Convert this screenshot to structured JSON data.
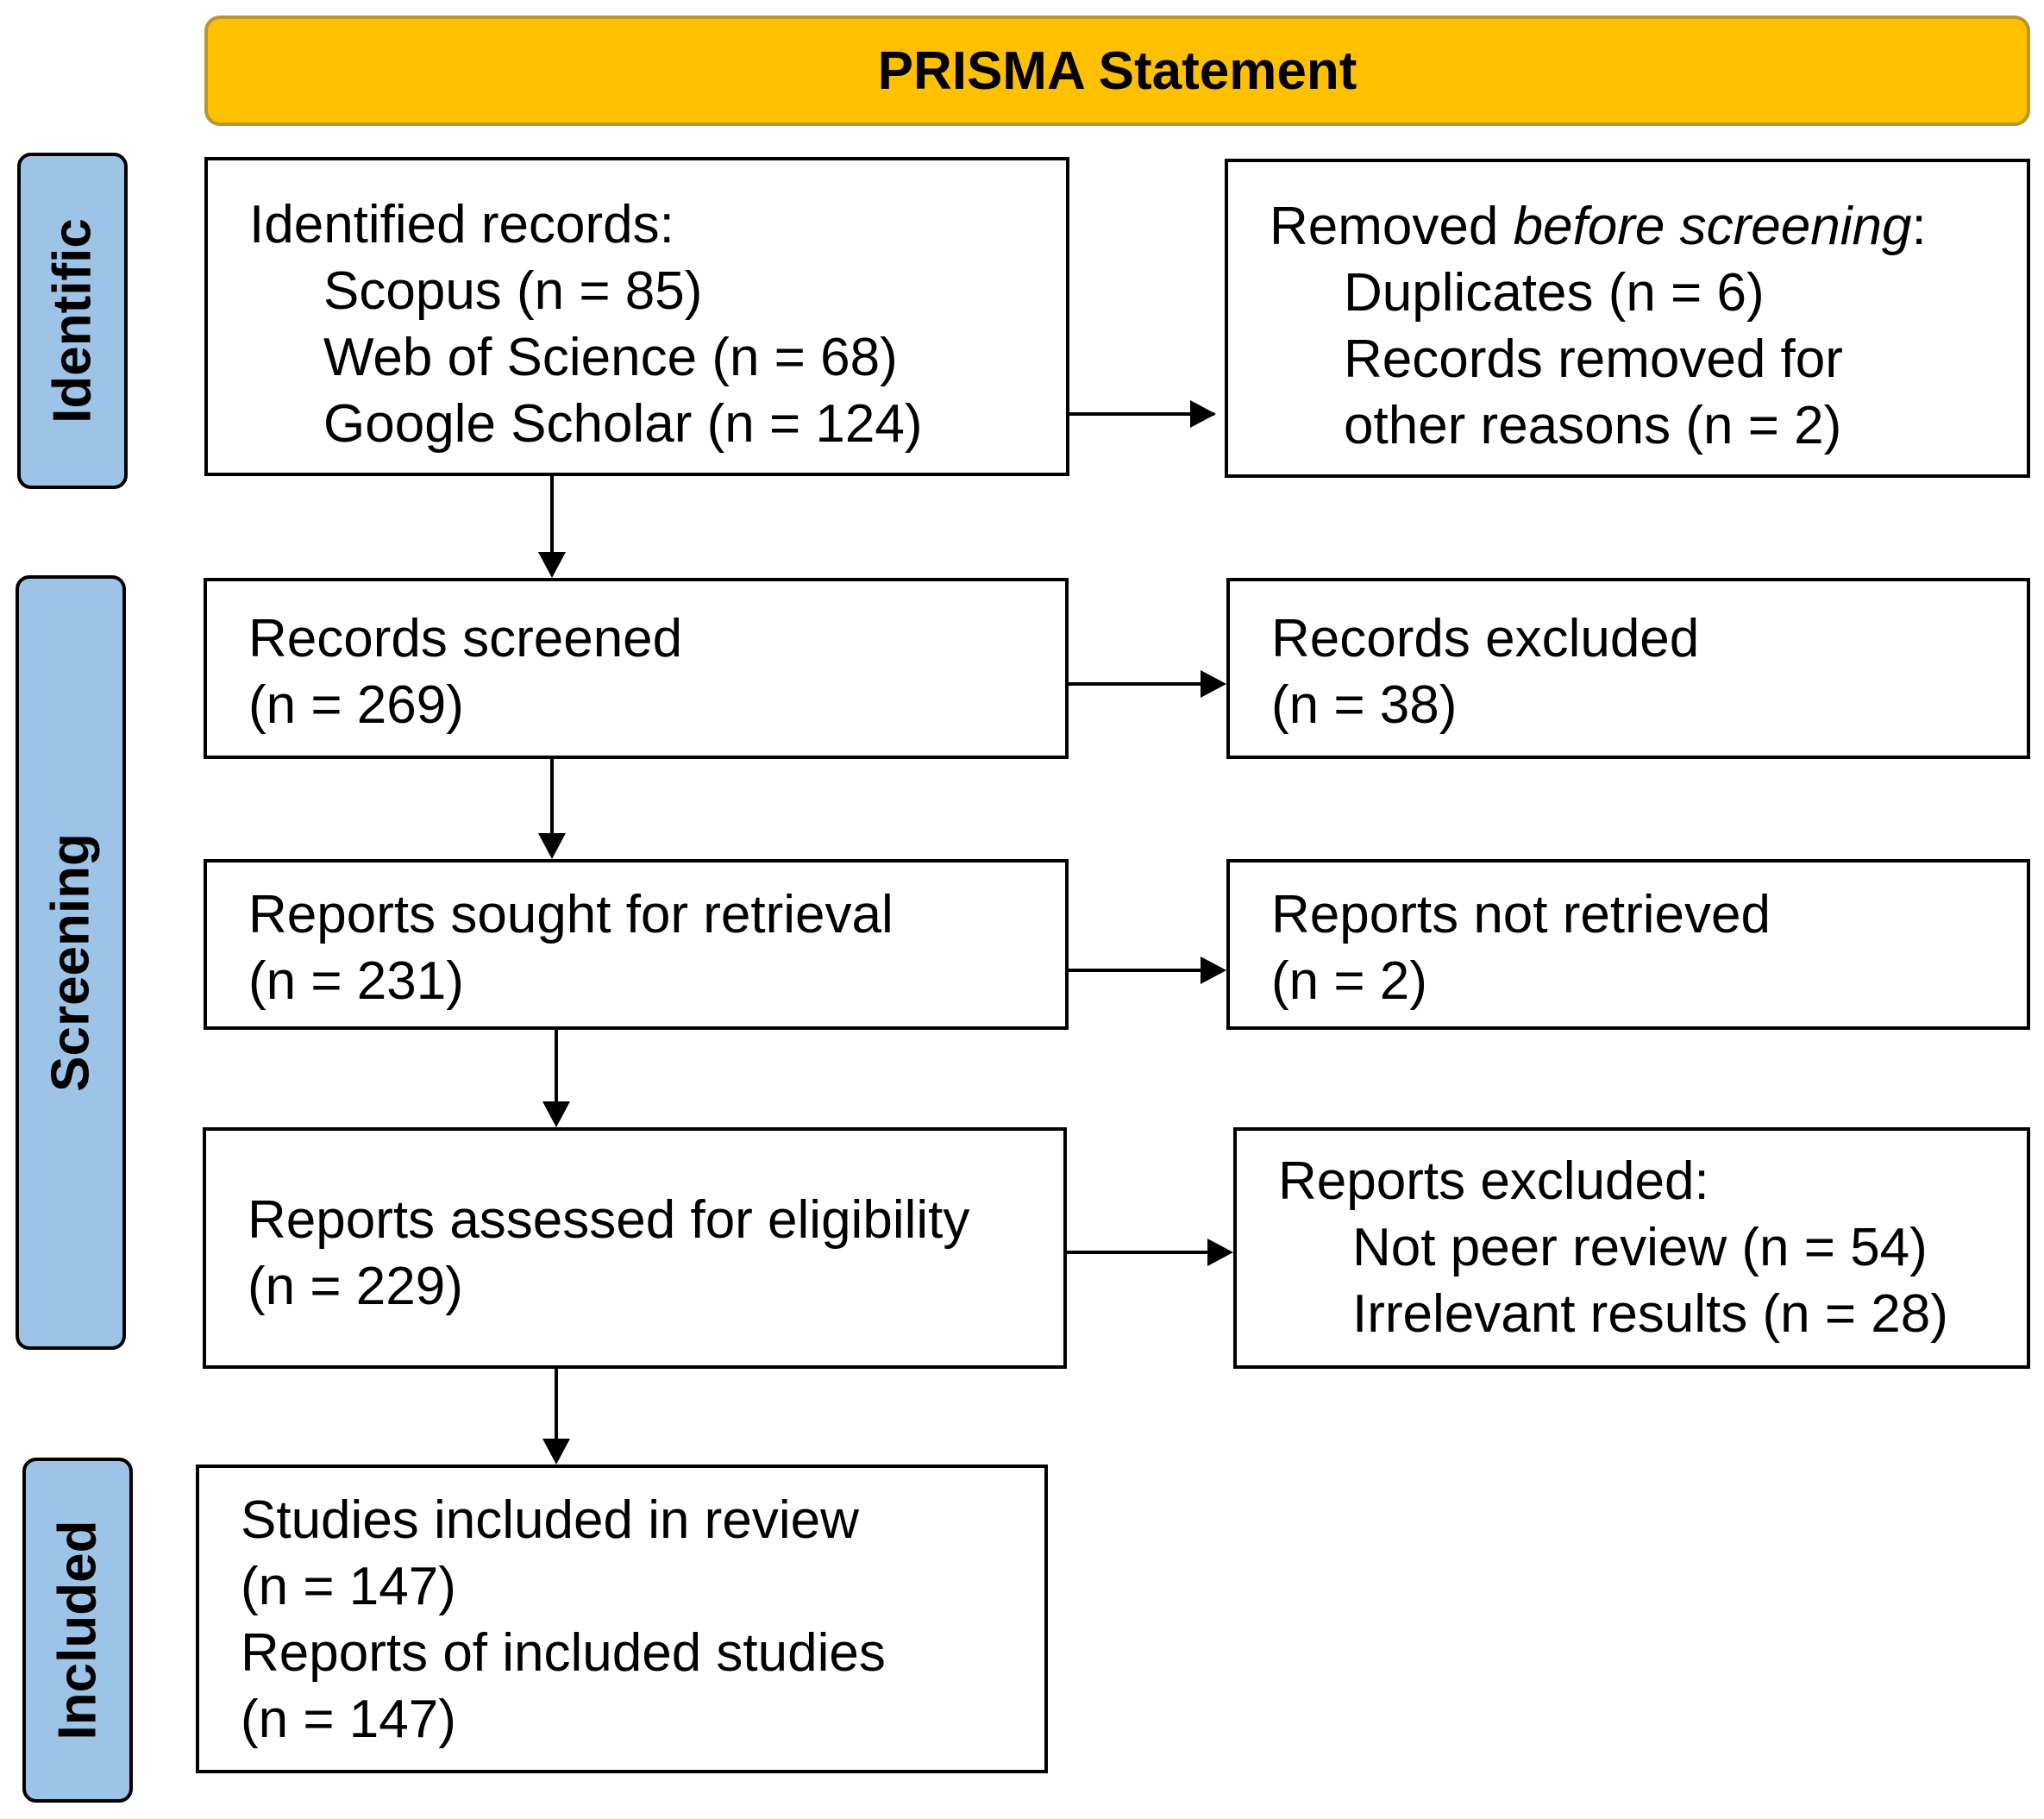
{
  "header": {
    "title": "PRISMA Statement"
  },
  "stages": {
    "identification": "Identific",
    "screening": "Screening",
    "included": "Included"
  },
  "identified": {
    "title": "Identified records:",
    "items": [
      "Scopus (n = 85)",
      "Web of Science (n = 68)",
      "Google Scholar (n = 124)"
    ]
  },
  "removed": {
    "title_prefix": "Removed ",
    "title_italic": "before screening",
    "title_suffix": ":",
    "items": [
      "Duplicates (n = 6)",
      "Records removed for",
      "other reasons (n = 2)"
    ]
  },
  "screened": {
    "label": "Records screened",
    "count": "(n = 269)"
  },
  "excluded": {
    "label": "Records excluded",
    "count": "(n = 38)"
  },
  "sought": {
    "label": "Reports sought for retrieval",
    "count": "(n = 231)"
  },
  "not_retrieved": {
    "label": "Reports not retrieved",
    "count": "(n = 2)"
  },
  "assessed": {
    "label": "Reports assessed for eligibility",
    "count": "(n = 229)"
  },
  "reports_excluded": {
    "title": "Reports excluded:",
    "items": [
      "Not peer review (n = 54)",
      "Irrelevant results (n = 28)"
    ]
  },
  "included": {
    "lines": [
      "Studies included in review",
      "(n = 147)",
      "Reports of included studies",
      "(n = 147)"
    ]
  }
}
